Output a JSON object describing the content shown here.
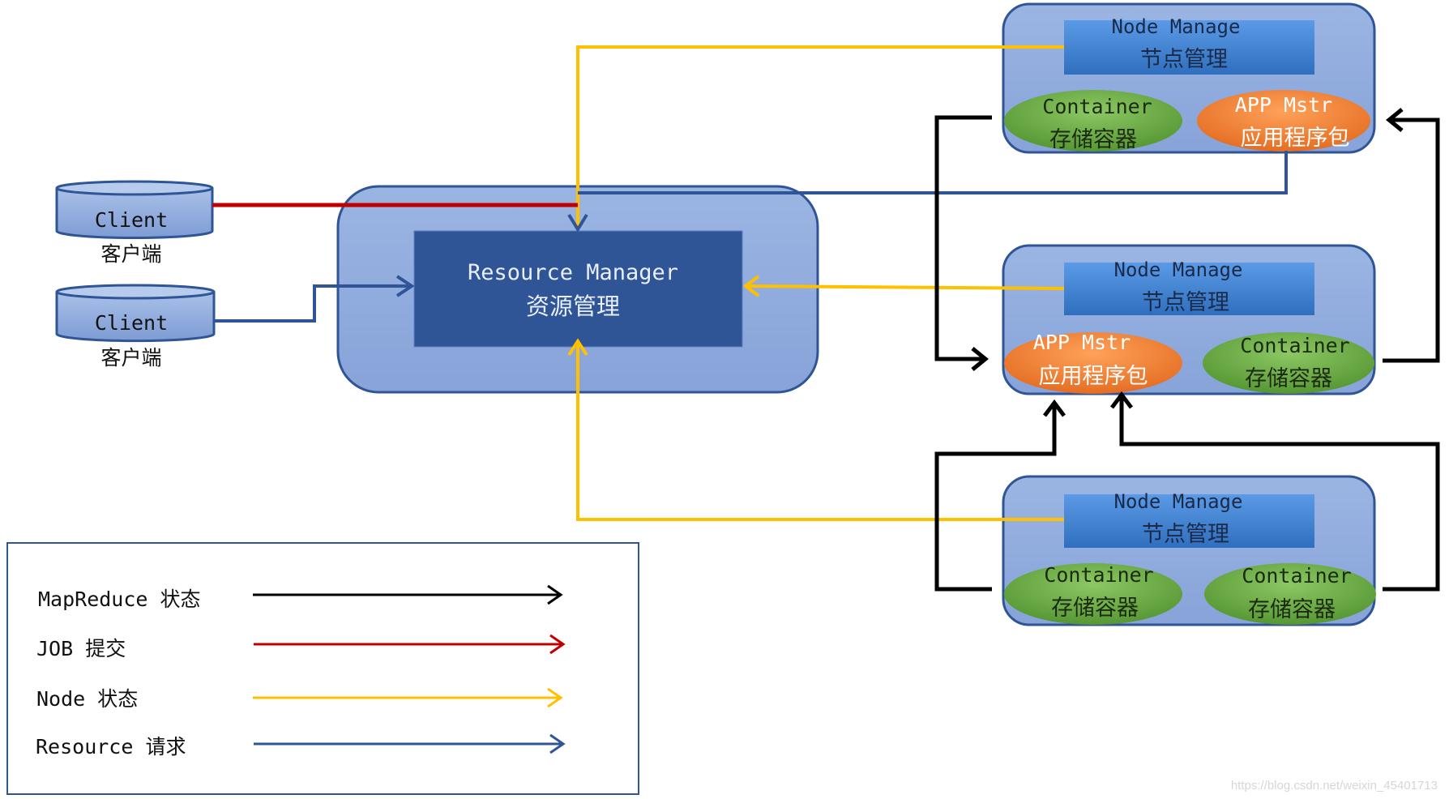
{
  "colors": {
    "mapreduce": "#000000",
    "job": "#c00000",
    "node": "#ffc000",
    "resource": "#2f5597",
    "panel_fill": "#8faadc",
    "panel_stroke": "#2f5597",
    "rm_fill": "#2f5597",
    "nm_bar": "#3a7fd0",
    "container_fill": "#70ad47",
    "appmstr_fill": "#ed7d31"
  },
  "clients": [
    {
      "name": "Client",
      "sub": "客户端"
    },
    {
      "name": "Client",
      "sub": "客户端"
    }
  ],
  "resource_manager": {
    "title": "Resource Manager",
    "sub": "资源管理"
  },
  "nodes": [
    {
      "title": "Node Manage",
      "sub": "节点管理",
      "left": {
        "kind": "container",
        "name": "Container",
        "sub": "存储容器"
      },
      "right": {
        "kind": "appmstr",
        "name": "APP Mstr",
        "sub": "应用程序包"
      }
    },
    {
      "title": "Node Manage",
      "sub": "节点管理",
      "left": {
        "kind": "appmstr",
        "name": "APP Mstr",
        "sub": "应用程序包"
      },
      "right": {
        "kind": "container",
        "name": "Container",
        "sub": "存储容器"
      }
    },
    {
      "title": "Node Manage",
      "sub": "节点管理",
      "left": {
        "kind": "container",
        "name": "Container",
        "sub": "存储容器"
      },
      "right": {
        "kind": "container",
        "name": "Container",
        "sub": "存储容器"
      }
    }
  ],
  "legend": [
    {
      "label": "MapReduce 状态",
      "color_key": "mapreduce"
    },
    {
      "label": "JOB 提交",
      "color_key": "job"
    },
    {
      "label": "Node 状态",
      "color_key": "node"
    },
    {
      "label": "Resource 请求",
      "color_key": "resource"
    }
  ],
  "watermark": "https://blog.csdn.net/weixin_45401713"
}
